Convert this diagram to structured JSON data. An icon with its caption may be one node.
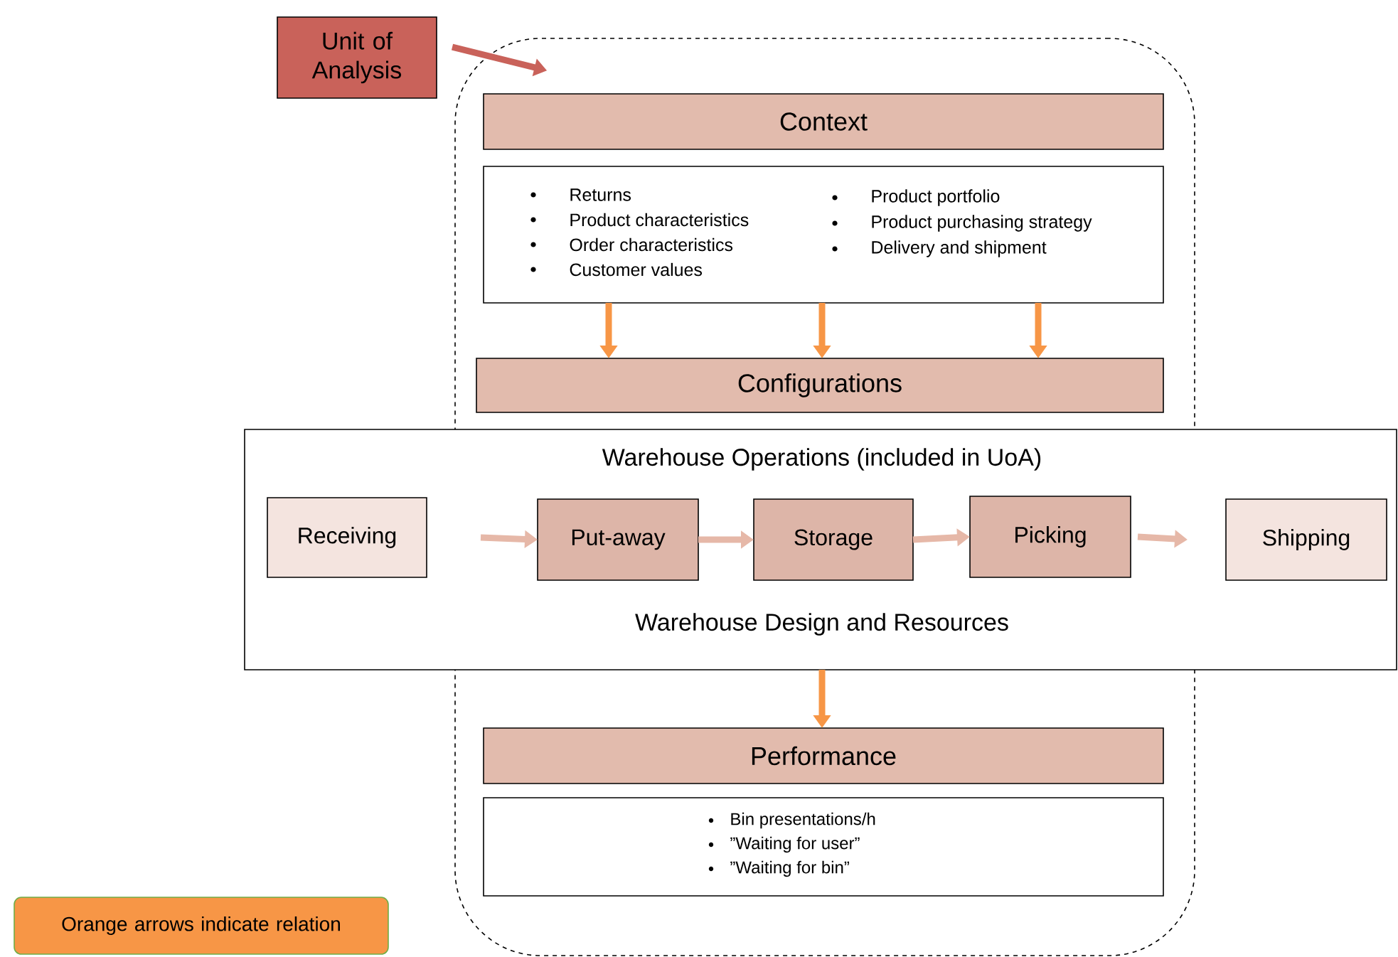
{
  "diagram": {
    "nodes": [
      {
        "text": [
          "Unit of Analysis"
        ]
      },
      {
        "text": [],
        "shape": "box"
      },
      {
        "text": [
          "Context"
        ],
        "in": 1
      },
      {
        "text": [
          "Returns",
          "Product characteristics",
          "Order characteristics",
          "Customer values",
          "Product portfolio",
          "Product purchasing strategy",
          "Delivery and shipment"
        ],
        "in": 1
      },
      {
        "text": [
          "Configurations"
        ],
        "in": 1
      },
      {
        "text": [
          "Warehouse Operations (included in UoA)",
          "Warehouse Design and Resources"
        ]
      },
      {
        "text": [
          "Receiving"
        ],
        "in": 5
      },
      {
        "text": [
          "Put-away"
        ]
      },
      {
        "text": [
          "Storage"
        ]
      },
      {
        "text": [
          "Picking"
        ]
      },
      {
        "text": [
          "Shipping"
        ],
        "in": 5
      },
      {
        "text": [
          "Performance"
        ],
        "in": 1
      },
      {
        "text": [
          "Bin presentations/h",
          "”Waiting for user”",
          "”Waiting for bin”"
        ],
        "in": 1
      },
      {
        "text": [
          "Orange arrows indicate relation"
        ]
      }
    ],
    "edges": [
      {
        "from": 0,
        "to": 1,
        "arrow": "to",
        "color": "#c9625a"
      },
      {
        "from": 3,
        "to": 4,
        "arrow": "to",
        "color": "#f79646"
      },
      {
        "from": 3,
        "to": 4,
        "arrow": "to",
        "color": "#f79646"
      },
      {
        "from": 3,
        "to": 4,
        "arrow": "to",
        "color": "#f79646"
      },
      {
        "from": 6,
        "to": 7,
        "arrow": "to",
        "color": "#e6b8a8"
      },
      {
        "from": 7,
        "to": 8,
        "arrow": "to",
        "color": "#e6b8a8"
      },
      {
        "from": 8,
        "to": 9,
        "arrow": "to",
        "color": "#e6b8a8"
      },
      {
        "from": 9,
        "to": 10,
        "arrow": "to",
        "color": "#e6b8a8"
      },
      {
        "from": 5,
        "to": 11,
        "arrow": "to",
        "color": "#f79646"
      }
    ]
  }
}
